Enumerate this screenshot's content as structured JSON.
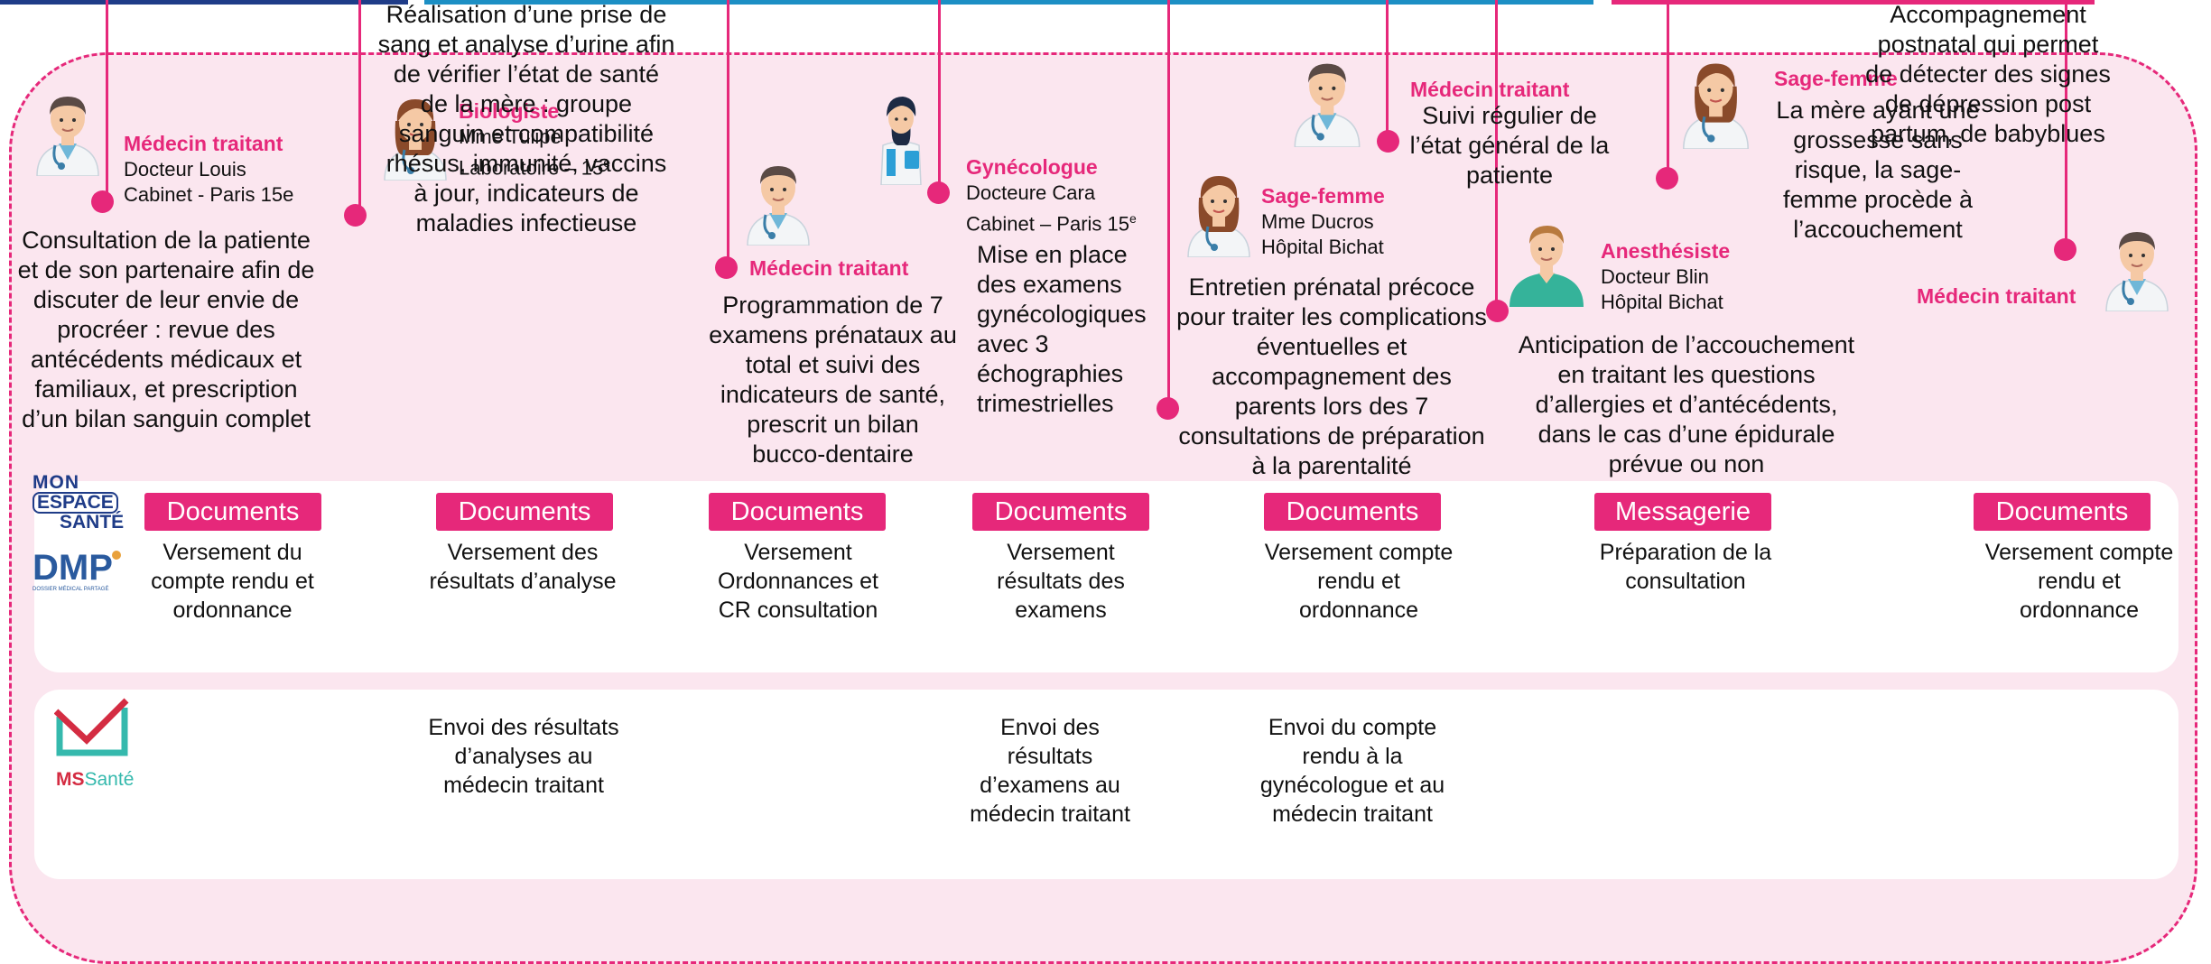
{
  "colors": {
    "accent": "#e6287a",
    "frame_bg": "#fbe6ef",
    "dark_blue": "#1f3c88",
    "teal": "#1c8fc4"
  },
  "steps": [
    {
      "role": "Médecin traitant",
      "person": "Docteur Louis",
      "place": "Cabinet - Paris 15e",
      "description": "Consultation de la patiente et de son partenaire afin de discuter de leur envie de procréer : revue des antécédents médicaux et familiaux, et prescription d’un bilan sanguin complet",
      "doc_badge": "Documents",
      "doc_text": "Versement du compte rendu et ordonnance",
      "mss_text": "",
      "avatar_icon": "doctor-male-icon"
    },
    {
      "role": "Biologiste",
      "person": "Mme Tulipe",
      "place": "Laboratoire – 15",
      "description": "Réalisation d’une prise de sang et analyse d’urine afin de vérifier l’état de santé de la mère : groupe sanguin et compatibilité rhésus, immunité, vaccins à jour, indicateurs de maladies infectieuse",
      "doc_badge": "Documents",
      "doc_text": "Versement des résultats d’analyse",
      "mss_text": "Envoi des résultats d’analyses au médecin traitant",
      "avatar_icon": "biologist-female-icon"
    },
    {
      "role": "Médecin traitant",
      "person": "",
      "place": "",
      "description": "Programmation de 7 examens prénataux au total et suivi des indicateurs de santé, prescrit un bilan bucco-dentaire",
      "doc_badge": "Documents",
      "doc_text": "Versement Ordonnances et CR consultation",
      "mss_text": "",
      "avatar_icon": "doctor-male-icon"
    },
    {
      "role": "Gynécologue",
      "person": "Docteure Cara",
      "place": "Cabinet – Paris 15",
      "description": "Mise en place des examens gynécologiques avec 3 échographies trimestrielles",
      "doc_badge": "Documents",
      "doc_text": "Versement résultats des examens",
      "mss_text": "Envoi des résultats d’examens au médecin traitant",
      "avatar_icon": "gynecologist-female-icon"
    },
    {
      "role": "Sage-femme",
      "person": "Mme Ducros",
      "place": "Hôpital Bichat",
      "description": "Entretien prénatal précoce pour traiter les complications éventuelles et accompagnement des parents lors des 7 consultations de préparation à la parentalité",
      "doc_badge": "Documents",
      "doc_text": "Versement compte rendu et ordonnance",
      "mss_text": "Envoi du compte rendu à la gynécologue et au médecin traitant",
      "avatar_icon": "midwife-female-icon"
    },
    {
      "role": "Médecin traitant",
      "person": "",
      "place": "",
      "description": "Suivi régulier de l’état général de la patiente",
      "doc_badge": "",
      "doc_text": "",
      "mss_text": "",
      "avatar_icon": "doctor-male-icon"
    },
    {
      "role": "Anesthésiste",
      "person": "Docteur Blin",
      "place": "Hôpital Bichat",
      "description": "Anticipation de l’accouchement en traitant les questions d’allergies et d’antécédents, dans le cas d’une épidurale prévue ou non",
      "doc_badge": "Messagerie",
      "doc_text": "Préparation de la consultation",
      "mss_text": "",
      "avatar_icon": "anesthetist-male-icon"
    },
    {
      "role": "Sage-femme",
      "person": "",
      "place": "",
      "description": "La mère ayant une grossesse sans risque, la sage-femme procède à l’accouchement",
      "doc_badge": "",
      "doc_text": "",
      "mss_text": "",
      "avatar_icon": "midwife-female-icon"
    },
    {
      "role": "Médecin traitant",
      "person": "",
      "place": "",
      "description": "Accompagnement postnatal qui permet de détecter des signes de dépression post partum, de babyblues",
      "doc_badge": "Documents",
      "doc_text": "Versement compte rendu et ordonnance",
      "mss_text": "",
      "avatar_icon": "doctor-male-icon"
    }
  ],
  "sup_e": "e",
  "logos": {
    "mon_espace_sante": [
      "MON",
      "ESPACE",
      "SANTÉ"
    ],
    "dmp": "DMP",
    "dmp_sub": "DOSSIER MÉDICAL PARTAGÉ",
    "mss_ms": "MS",
    "mss_sante": "Santé"
  }
}
